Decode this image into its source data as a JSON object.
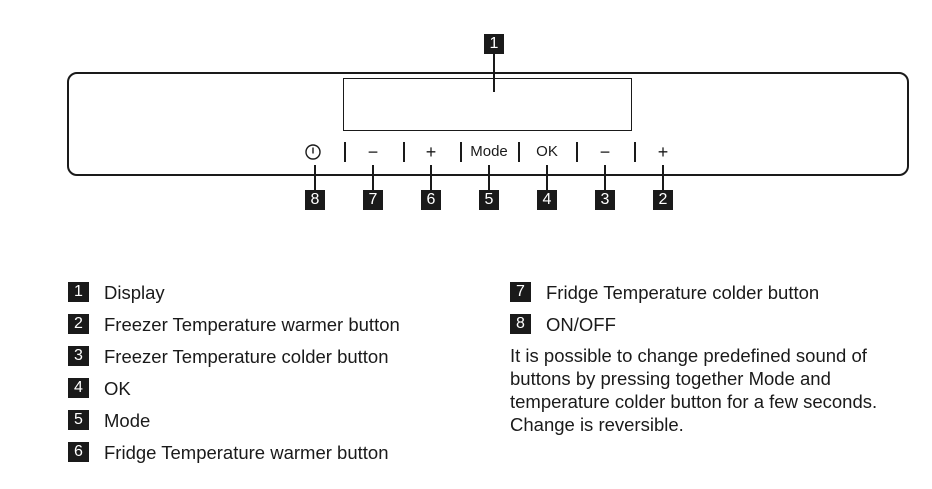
{
  "diagram": {
    "display_callout": "1",
    "controls": [
      {
        "id": "power",
        "label": "",
        "icon": "power-icon",
        "number": "8"
      },
      {
        "id": "fridge-minus",
        "label": "−",
        "number": "7"
      },
      {
        "id": "fridge-plus",
        "label": "+",
        "number": "6"
      },
      {
        "id": "mode",
        "label": "Mode",
        "number": "5"
      },
      {
        "id": "ok",
        "label": "OK",
        "number": "4"
      },
      {
        "id": "freezer-minus",
        "label": "−",
        "number": "3"
      },
      {
        "id": "freezer-plus",
        "label": "+",
        "number": "2"
      }
    ]
  },
  "legend": {
    "left": [
      {
        "number": "1",
        "label": "Display"
      },
      {
        "number": "2",
        "label": "Freezer Temperature warmer button"
      },
      {
        "number": "3",
        "label": "Freezer Temperature colder button"
      },
      {
        "number": "4",
        "label": "OK"
      },
      {
        "number": "5",
        "label": "Mode"
      },
      {
        "number": "6",
        "label": "Fridge Temperature warmer button"
      }
    ],
    "right": [
      {
        "number": "7",
        "label": "Fridge Temperature colder button"
      },
      {
        "number": "8",
        "label": "ON/OFF"
      }
    ],
    "note": "It is possible to change predefined sound of buttons by pressing together Mode and temperature colder button for a few seconds. Change is reversible."
  }
}
